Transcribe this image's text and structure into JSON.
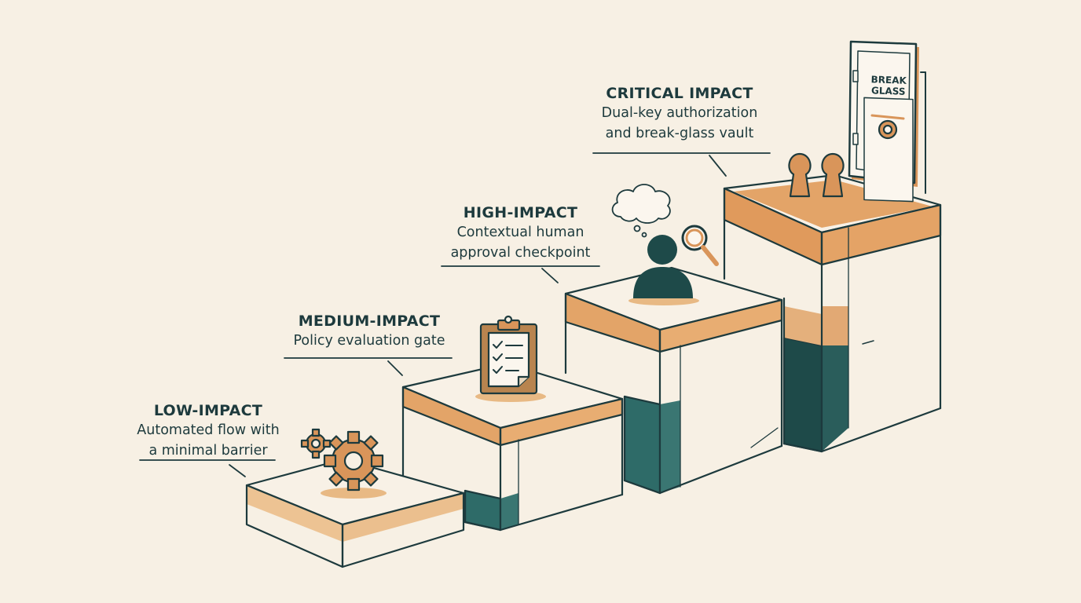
{
  "tiers": [
    {
      "title": "LOW-IMPACT",
      "description_lines": [
        "Automated flow with",
        "a minimal barrier"
      ],
      "icon": "gear-icon"
    },
    {
      "title": "MEDIUM-IMPACT",
      "description_lines": [
        "Policy evaluation gate"
      ],
      "icon": "clipboard-checklist-icon"
    },
    {
      "title": "HIGH-IMPACT",
      "description_lines": [
        "Contextual human",
        "approval checkpoint"
      ],
      "icon": "person-icon"
    },
    {
      "title": "CRITICAL IMPACT",
      "description_lines": [
        "Dual-key authorization",
        "and break-glass vault"
      ],
      "icon": "vault-icon"
    }
  ],
  "vault": {
    "line1": "BREAK",
    "line2": "GLASS"
  },
  "colors": {
    "background": "#f7f0e4",
    "ink": "#1d3a3d",
    "orange": "#d9955a",
    "orange_light": "#e8b984",
    "teal": "#2e6b68",
    "teal_dark": "#1e4a49",
    "box_face": "#fbf6ee"
  }
}
